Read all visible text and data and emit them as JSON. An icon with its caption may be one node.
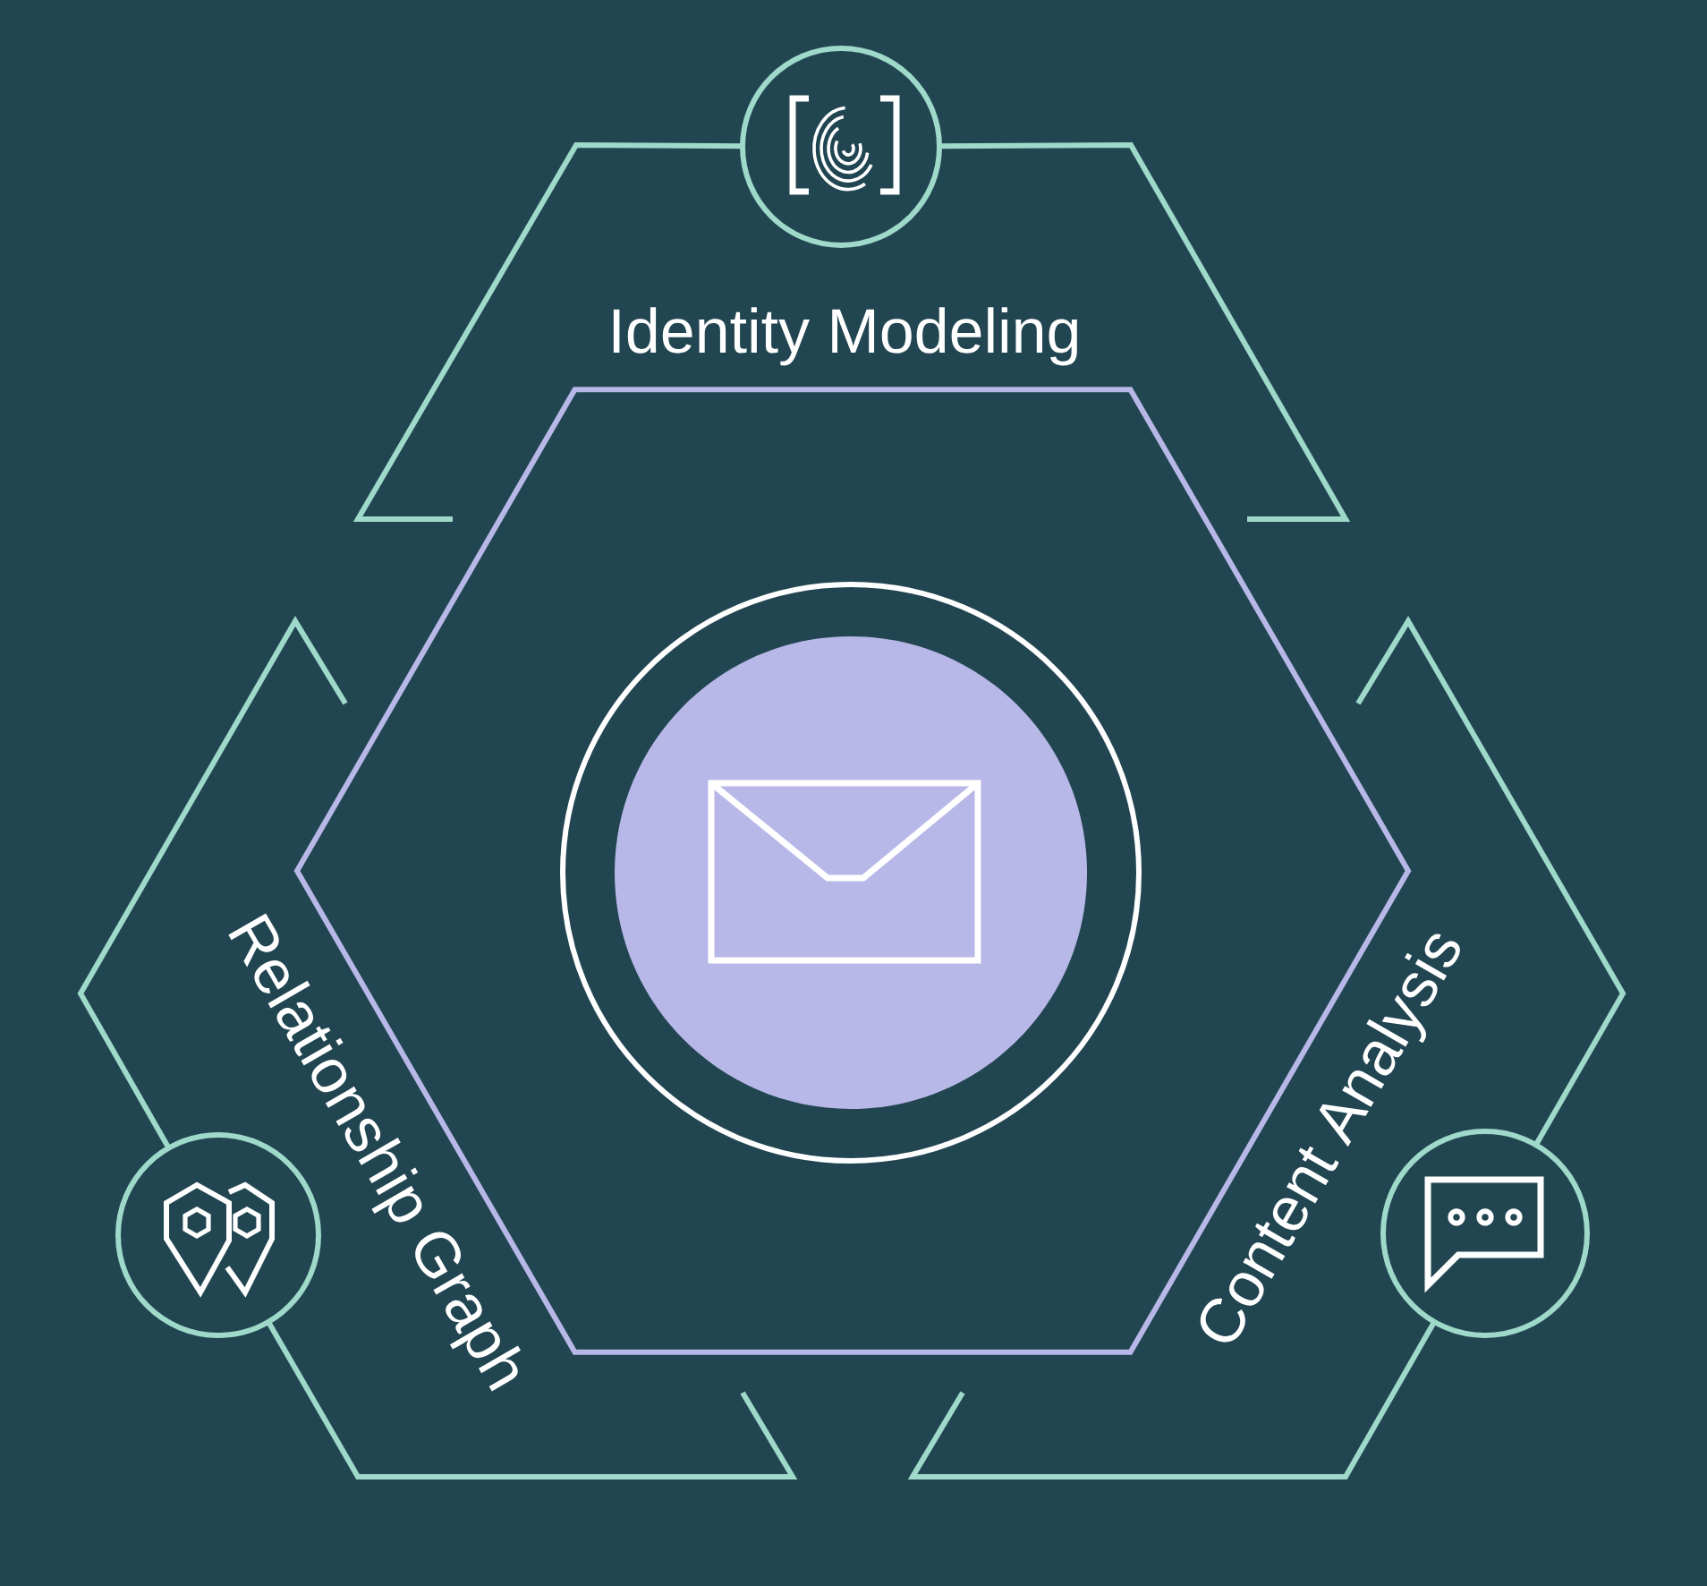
{
  "diagram": {
    "nodes": [
      {
        "text": [
          "Identity Modeling"
        ]
      },
      {
        "text": [],
        "shape": "hexagon"
      },
      {
        "text": [],
        "shape": "circle",
        "in": 1
      },
      {
        "text": [
          "Relationship Graph"
        ]
      },
      {
        "text": [
          "Content Analysis"
        ]
      }
    ]
  }
}
